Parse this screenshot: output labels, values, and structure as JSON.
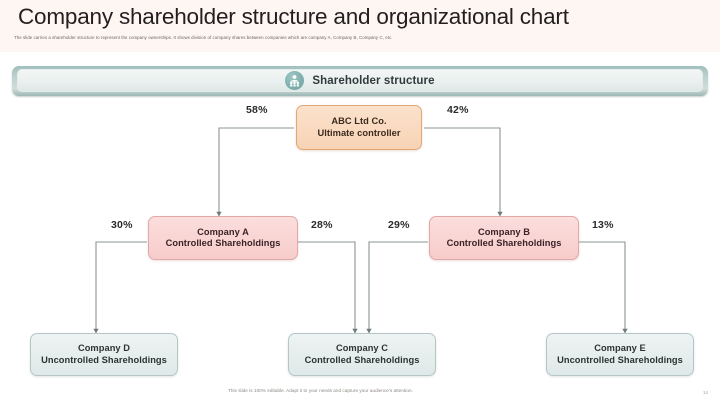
{
  "header": {
    "title": "Company shareholder structure and organizational chart",
    "subtitle": "The slide carries a shareholder structure to represent the company ownerships. It shows division of company shares between companies which are company A, Company B, Company C, etc."
  },
  "banner": {
    "label": "Shareholder structure",
    "icon": "people-group-icon"
  },
  "chart_data": {
    "type": "diagram",
    "title": "Shareholder structure",
    "nodes": [
      {
        "id": "root",
        "label_line1": "ABC Ltd Co.",
        "label_line2": "Ultimate controller",
        "level": "root"
      },
      {
        "id": "companyA",
        "label_line1": "Company A",
        "label_line2": "Controlled Shareholdings",
        "level": "mid"
      },
      {
        "id": "companyB",
        "label_line1": "Company B",
        "label_line2": "Controlled Shareholdings",
        "level": "mid"
      },
      {
        "id": "companyD",
        "label_line1": "Company D",
        "label_line2": "Uncontrolled Shareholdings",
        "level": "leaf"
      },
      {
        "id": "companyC",
        "label_line1": "Company C",
        "label_line2": "Controlled Shareholdings",
        "level": "leaf"
      },
      {
        "id": "companyE",
        "label_line1": "Company E",
        "label_line2": "Uncontrolled Shareholdings",
        "level": "leaf"
      }
    ],
    "edges": [
      {
        "from": "root",
        "to": "companyA",
        "value": 58,
        "label": "58%"
      },
      {
        "from": "root",
        "to": "companyB",
        "value": 42,
        "label": "42%"
      },
      {
        "from": "companyA",
        "to": "companyD",
        "value": 30,
        "label": "30%"
      },
      {
        "from": "companyA",
        "to": "companyC",
        "value": 28,
        "label": "28%"
      },
      {
        "from": "companyB",
        "to": "companyC",
        "value": 29,
        "label": "29%"
      },
      {
        "from": "companyB",
        "to": "companyE",
        "value": 13,
        "label": "13%"
      }
    ],
    "colors": {
      "root_fill": "#f8d3b4",
      "root_stroke": "#e0a877",
      "mid_fill": "#f7ccca",
      "mid_stroke": "#e0a9a6",
      "leaf_fill": "#dfe8e8",
      "leaf_stroke": "#b6c6c6",
      "connector": "#8b9496",
      "banner_accent": "#9fc0bd",
      "header_bg": "#fdf6f3"
    }
  },
  "footer": {
    "note": "This slide is 100% editable. Adapt it to your needs and capture your audience's attention.",
    "page": "14"
  }
}
